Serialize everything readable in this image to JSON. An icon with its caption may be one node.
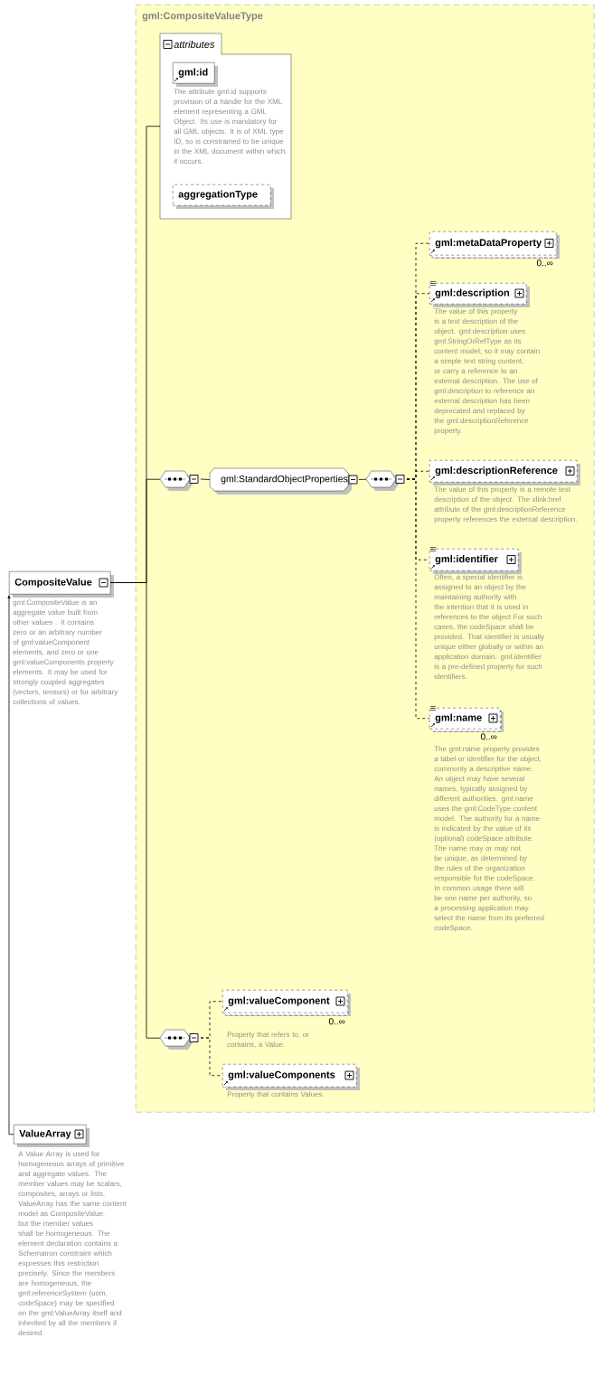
{
  "diagram": {
    "nodes": [
      {
        "text": [
          "CompositeValue"
        ],
        "beside": [
          "gml:CompositeValue is an aggregate value built from other values . It contains zero or an arbitrary number of gml:valueComponent elements, and zero or one gml:valueComponents property elements.  It may be used for strongly coupled aggregates (vectors, tensors) or for arbitrary collections of values."
        ]
      },
      {
        "text": [
          "gml:CompositeValueType"
        ]
      },
      {
        "text": [
          "attributes"
        ],
        "in": 1
      },
      {
        "text": [
          "gml:id"
        ],
        "in": 2,
        "beside": [
          "The attribute gml:id supports provision of a handle for the XML element representing a GML Object. Its use is mandatory for all GML objects. It is of XML type ID, so is constrained to be unique in the XML document within which it occurs."
        ]
      },
      {
        "text": [
          "aggregationType"
        ],
        "in": 2
      },
      {
        "text": [],
        "shape": "octagon",
        "in": 1
      },
      {
        "text": [
          "gml:StandardObjectProperties"
        ],
        "in": 1
      },
      {
        "text": [],
        "shape": "octagon",
        "in": 1
      },
      {
        "text": [
          "gml:metaDataProperty"
        ],
        "in": 1,
        "beside": [
          "0..∞"
        ]
      },
      {
        "text": [
          "gml:description"
        ],
        "in": 1,
        "beside": [
          "The value of this property is a text description of the object. gml:description uses gml:StringOrRefType as its content model, so it may contain a simple text string content, or carry a reference to an external description. The use of gml:description to reference an external description has been deprecated and replaced by the gml:descriptionReference property."
        ]
      },
      {
        "text": [
          "gml:descriptionReference"
        ],
        "in": 1,
        "beside": [
          "The value of this property is a remote text description of the object. The xlink:href attribute of the gml:descriptionReference property references the external description."
        ]
      },
      {
        "text": [
          "gml:identifier"
        ],
        "in": 1,
        "beside": [
          "Often, a special identifier is assigned to an object by the maintaining authority with the intention that it is used in references to the object For such cases, the codeSpace shall be provided. That identifier is usually unique either globally or within an application domain. gml:identifier is a pre-defined property for such identifiers."
        ]
      },
      {
        "text": [
          "gml:name"
        ],
        "in": 1,
        "beside": [
          "0..∞",
          "The gml:name property provides a label or identifier for the object, commonly a descriptive name. An object may have several names, typically assigned by different authorities. gml:name uses the gml:CodeType content model.  The authority for a name is indicated by the value of its (optional) codeSpace attribute.  The name may or may not be unique, as determined by the rules of the organization responsible for the codeSpace.  In common usage there will be one name per authority, so a processing application may select the name from its preferred codeSpace."
        ]
      },
      {
        "text": [],
        "shape": "octagon",
        "in": 1
      },
      {
        "text": [
          "gml:valueComponent"
        ],
        "in": 1,
        "beside": [
          "0..∞",
          "Property that refers to, or contains, a Value."
        ]
      },
      {
        "text": [
          "gml:valueComponents"
        ],
        "in": 1,
        "beside": [
          "Property that contains Values."
        ]
      },
      {
        "text": [
          "ValueArray"
        ],
        "beside": [
          "A Value Array is used for homogeneous arrays of primitive and aggregate values. The member values may be scalars, composites, arrays or lists. ValueArray has the same content model as CompositeValue, but the member values shall be homogeneous.  The element declaration contains a Schematron constraint which expresses this restriction precisely.  Since the members are homogeneous, the gml:referenceSystem (uom, codeSpace) may be specified on the gml:ValueArray itself and inherited by all the members if desired."
        ]
      }
    ],
    "edges": [
      {
        "from": 0,
        "to": 2,
        "arrow": "none"
      },
      {
        "from": 0,
        "to": 5,
        "arrow": "none"
      },
      {
        "from": 0,
        "to": 13,
        "arrow": "none"
      },
      {
        "from": 5,
        "to": 6,
        "arrow": "none"
      },
      {
        "from": 6,
        "to": 7,
        "arrow": "none"
      },
      {
        "from": 7,
        "to": 8,
        "arrow": "none",
        "style": "dashed"
      },
      {
        "from": 7,
        "to": 9,
        "arrow": "none",
        "style": "dashed"
      },
      {
        "from": 7,
        "to": 10,
        "arrow": "none",
        "style": "dashed"
      },
      {
        "from": 7,
        "to": 11,
        "arrow": "none",
        "style": "dashed"
      },
      {
        "from": 7,
        "to": 12,
        "arrow": "none",
        "style": "dashed"
      },
      {
        "from": 13,
        "to": 14,
        "arrow": "none",
        "style": "dashed"
      },
      {
        "from": 13,
        "to": 15,
        "arrow": "none",
        "style": "dashed"
      },
      {
        "from": 16,
        "to": 0,
        "arrow": "to"
      }
    ]
  }
}
